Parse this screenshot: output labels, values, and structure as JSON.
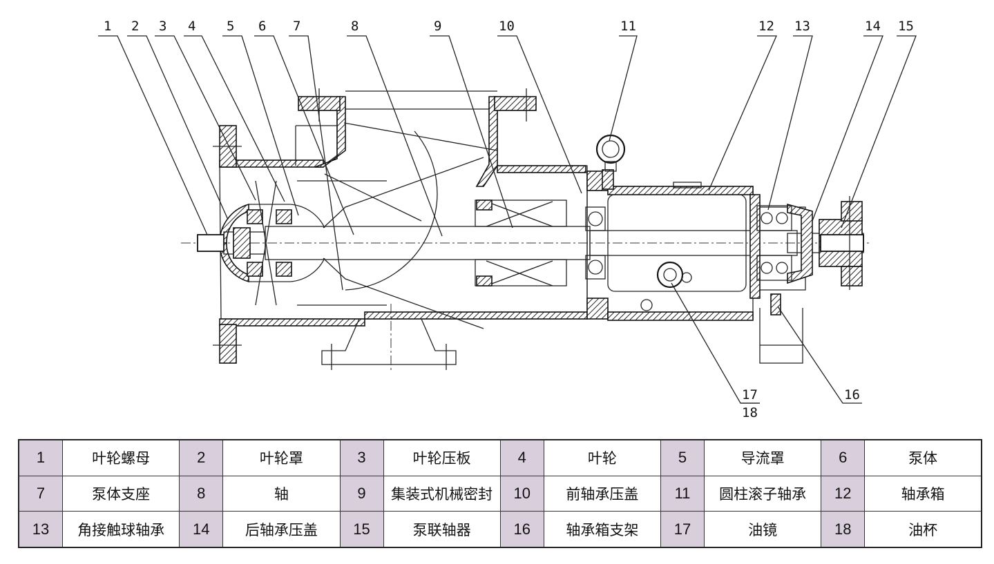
{
  "callouts": [
    {
      "label": "1"
    },
    {
      "label": "2"
    },
    {
      "label": "3"
    },
    {
      "label": "4"
    },
    {
      "label": "5"
    },
    {
      "label": "6"
    },
    {
      "label": "7"
    },
    {
      "label": "8"
    },
    {
      "label": "9"
    },
    {
      "label": "10"
    },
    {
      "label": "11"
    },
    {
      "label": "12"
    },
    {
      "label": "13"
    },
    {
      "label": "14"
    },
    {
      "label": "15"
    },
    {
      "label": "16"
    },
    {
      "label": "17"
    },
    {
      "label": "18"
    }
  ],
  "parts_table": {
    "rows": [
      [
        {
          "no": "1",
          "name": "叶轮螺母"
        },
        {
          "no": "2",
          "name": "叶轮罩"
        },
        {
          "no": "3",
          "name": "叶轮压板"
        },
        {
          "no": "4",
          "name": "叶轮"
        },
        {
          "no": "5",
          "name": "导流罩"
        },
        {
          "no": "6",
          "name": "泵体"
        }
      ],
      [
        {
          "no": "7",
          "name": "泵体支座"
        },
        {
          "no": "8",
          "name": "轴"
        },
        {
          "no": "9",
          "name": "集装式机械密封"
        },
        {
          "no": "10",
          "name": "前轴承压盖"
        },
        {
          "no": "11",
          "name": "圆柱滚子轴承"
        },
        {
          "no": "12",
          "name": "轴承箱"
        }
      ],
      [
        {
          "no": "13",
          "name": "角接触球轴承"
        },
        {
          "no": "14",
          "name": "后轴承压盖"
        },
        {
          "no": "15",
          "name": "泵联轴器"
        },
        {
          "no": "16",
          "name": "轴承箱支架"
        },
        {
          "no": "17",
          "name": "油镜"
        },
        {
          "no": "18",
          "name": "油杯"
        }
      ]
    ]
  }
}
